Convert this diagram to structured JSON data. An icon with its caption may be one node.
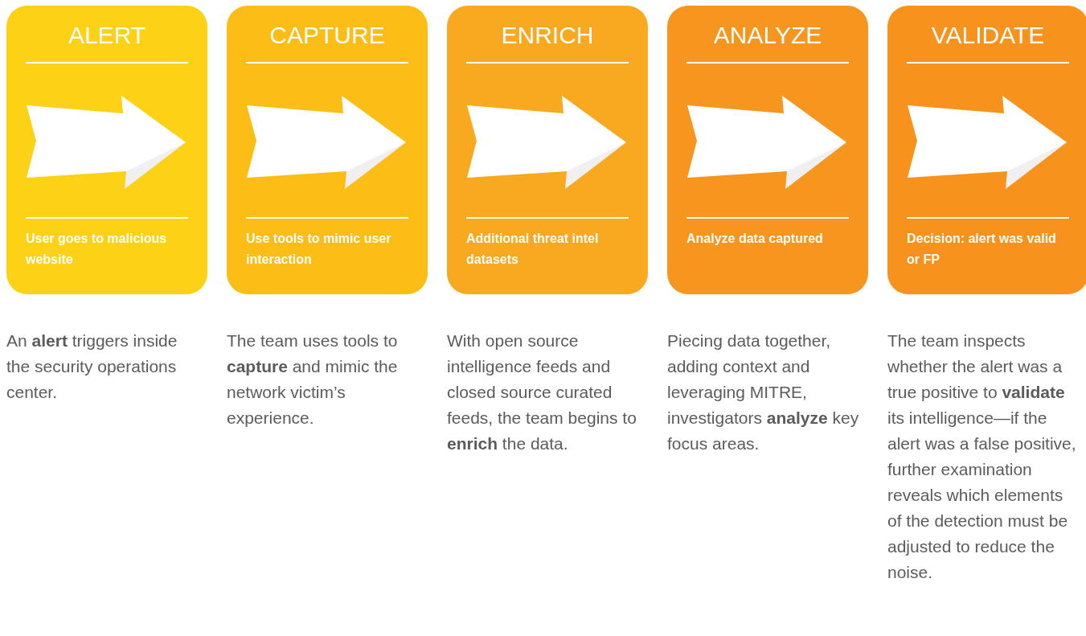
{
  "diagram": {
    "nodes": [
      {
        "text": [
          "ALERT",
          "User goes to malicious website"
        ],
        "beside": [
          "An **alert** triggers inside the security operations center."
        ]
      },
      {
        "text": [
          "CAPTURE",
          "Use tools to mimic user interaction"
        ],
        "beside": [
          "The team uses tools to **capture** and mimic the network victim’s experience."
        ]
      },
      {
        "text": [
          "ENRICH",
          "Additional threat intel datasets"
        ],
        "beside": [
          "With open source intelligence feeds and closed source curated feeds, the team begins to **enrich** the data."
        ]
      },
      {
        "text": [
          "ANALYZE",
          "Analyze data captured"
        ],
        "beside": [
          "Piecing data together, adding context and leveraging MITRE, investigators **analyze** key focus areas."
        ]
      },
      {
        "text": [
          "VALIDATE",
          "Decision: alert was valid or FP"
        ],
        "beside": [
          "The team inspects whether the alert was a true positive to **validate** its intelligence—if the alert was a false positive, further examination reveals which elements of the detection must be adjusted to reduce the noise."
        ]
      }
    ]
  }
}
